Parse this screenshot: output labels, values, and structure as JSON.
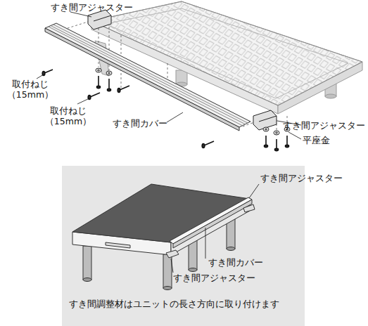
{
  "diagram": {
    "caption": "",
    "nodes": [
      {
        "text": [
          "すき間調整材はユニットの長さ方向に取り付けます"
        ]
      }
    ],
    "labels": [
      "すき間アジャスター",
      "取付ねじ （15mm）",
      "取付ねじ （15mm）",
      "すき間カバー",
      "すき間アジャスター",
      "平座金",
      "すき間アジャスター",
      "すき間カバー",
      "すき間アジャスター"
    ]
  }
}
